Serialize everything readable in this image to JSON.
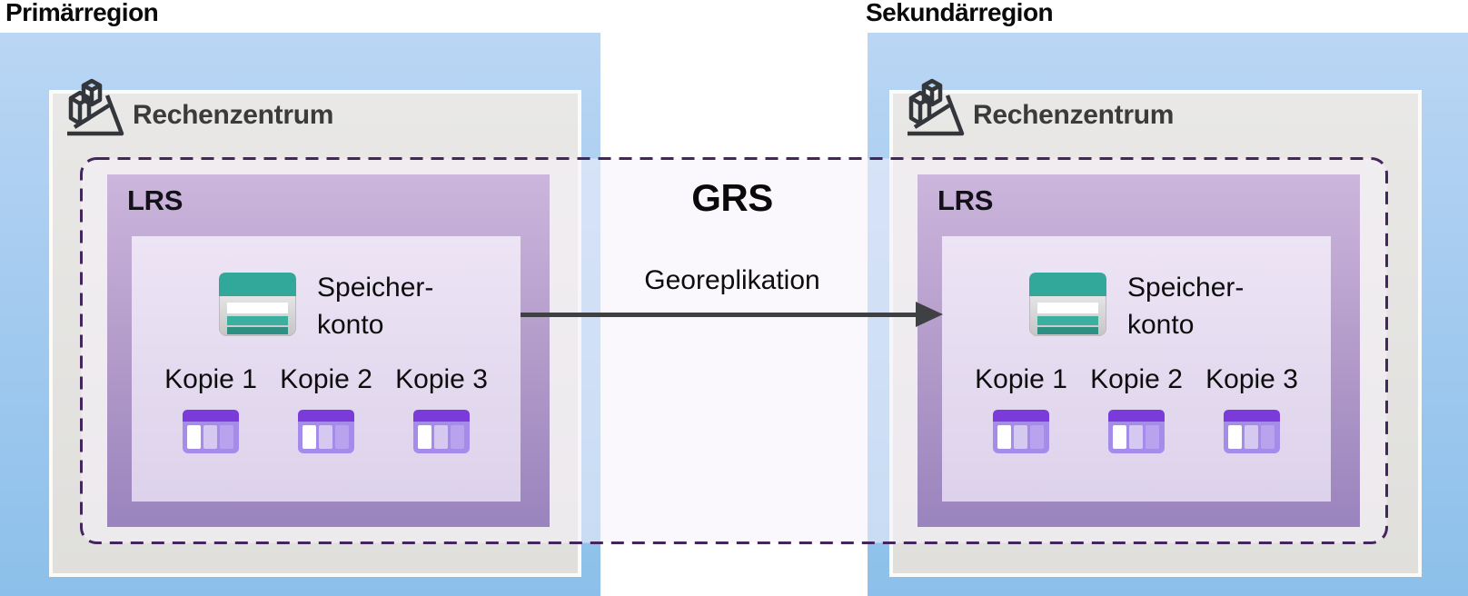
{
  "regions": [
    {
      "title": "Primärregion",
      "datacenter_label": "Rechenzentrum",
      "lrs_label": "LRS",
      "storage_account": {
        "line1": "Speicher-",
        "line2": "konto"
      },
      "copies": [
        "Kopie 1",
        "Kopie 2",
        "Kopie 3"
      ]
    },
    {
      "title": "Sekundärregion",
      "datacenter_label": "Rechenzentrum",
      "lrs_label": "LRS",
      "storage_account": {
        "line1": "Speicher-",
        "line2": "konto"
      },
      "copies": [
        "Kopie 1",
        "Kopie 2",
        "Kopie 3"
      ]
    }
  ],
  "center": {
    "grs_label": "GRS",
    "replication_label": "Georeplikation"
  },
  "colors": {
    "region_blue": "#9cc7ee",
    "datacenter_gray": "#e4e3e0",
    "lrs_purple": "#a98fc6",
    "inner_lavender": "#e6dcf0",
    "grs_dash_border": "#43265b",
    "grs_fill": "rgba(247,243,252,0.55)",
    "storage_teal": "#32a89a",
    "table_purple": "#7b3bda",
    "arrow_gray": "#3e4044"
  }
}
